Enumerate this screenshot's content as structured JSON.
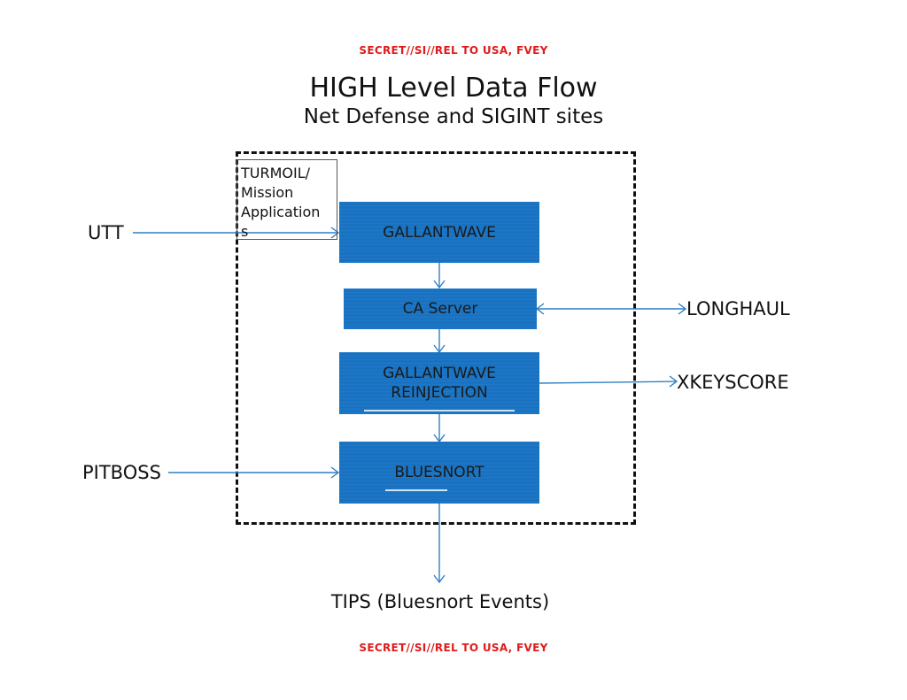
{
  "classification": {
    "top": "SECRET//SI//REL TO USA, FVEY",
    "bottom": "SECRET//SI//REL TO USA, FVEY",
    "color": "#e01b1b"
  },
  "header": {
    "title": "HIGH Level Data Flow",
    "subtitle": "Net Defense and SIGINT sites"
  },
  "turmoil_box": {
    "lines": [
      "TURMOIL/",
      "Mission",
      "Application",
      "s"
    ]
  },
  "nodes": {
    "gallantwave": "GALLANTWAVE",
    "ca_server": "CA Server",
    "reinjection": [
      "GALLANTWAVE",
      "REINJECTION"
    ],
    "bluesnort": "BLUESNORT"
  },
  "external": {
    "utt": "UTT",
    "longhaul": "LONGHAUL",
    "xkeyscore": "XKEYSCORE",
    "pitboss": "PITBOSS",
    "tips": "TIPS (Bluesnort Events)"
  },
  "colors": {
    "node_fill": "#1a73c2",
    "arrow": "#2f7fc4"
  }
}
